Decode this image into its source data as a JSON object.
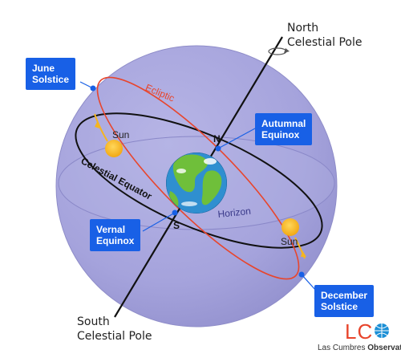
{
  "labels": {
    "north_pole": [
      "North",
      "Celestial Pole"
    ],
    "south_pole": [
      "South",
      "Celestial Pole"
    ],
    "june": [
      "June",
      "Solstice"
    ],
    "autumnal": [
      "Autumnal",
      "Equinox"
    ],
    "vernal": [
      "Vernal",
      "Equinox"
    ],
    "december": [
      "December",
      "Solstice"
    ],
    "ecliptic": "Ecliptic",
    "celestial_equator": "Celestial Equator",
    "horizon": "Horizon",
    "sun": "Sun",
    "north_marker": "N",
    "south_marker": "S"
  },
  "logo": {
    "mark": "LC",
    "name": "Las Cumbres",
    "name_bold": "Observatory"
  },
  "colors": {
    "sphere": "#a8a6de",
    "ecliptic": "#e8452c",
    "label_bg": "#1860e6",
    "sun": "#f5b520",
    "earth_ocean": "#2f8fd0",
    "earth_land": "#6fbf3a"
  },
  "icons": [
    "rotation-arrow-icon",
    "earth-icon",
    "sun-icon",
    "lco-logo-icon"
  ]
}
